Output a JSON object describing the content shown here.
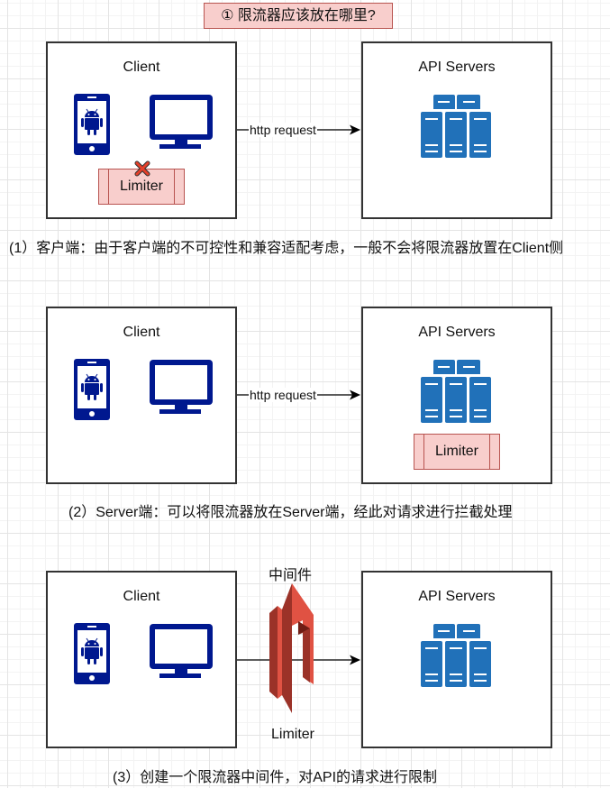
{
  "title": "① 限流器应该放在哪里?",
  "colors": {
    "device_blue": "#00188f",
    "server_blue": "#2171b9",
    "limiter_fill": "#f8cecc",
    "limiter_stroke": "#b85450",
    "x_mark": "#e5402a",
    "middleware_red": "#e05243"
  },
  "sections": [
    {
      "client_label": "Client",
      "server_label": "API Servers",
      "edge_label": "http request",
      "limiter_label": "Limiter",
      "limiter_location": "client",
      "limiter_rejected": true,
      "caption": "(1）客户端：由于客户端的不可控性和兼容适配考虑，一般不会将限流器放置在Client侧"
    },
    {
      "client_label": "Client",
      "server_label": "API Servers",
      "edge_label": "http request",
      "limiter_label": "Limiter",
      "limiter_location": "server",
      "caption": "(2）Server端：可以将限流器放在Server端，经此对请求进行拦截处理"
    },
    {
      "client_label": "Client",
      "server_label": "API Servers",
      "middleware_label": "中间件",
      "limiter_label": "Limiter",
      "limiter_location": "middleware",
      "caption": "(3）创建一个限流器中间件，对API的请求进行限制"
    }
  ],
  "icons": {
    "phone": "android-phone-icon",
    "desktop": "desktop-monitor-icon",
    "servers": "server-rack-icon",
    "reject": "x-mark-icon",
    "middleware": "aws-api-gateway-icon"
  }
}
